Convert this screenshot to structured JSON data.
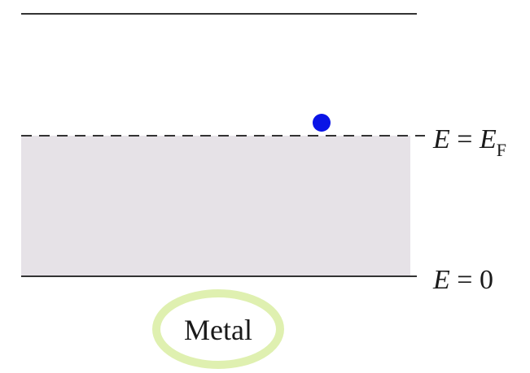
{
  "diagram": {
    "fermi_label": {
      "lhs": "E",
      "eq": " = ",
      "rhs": "E",
      "sub": "F"
    },
    "zero_label": {
      "lhs": "E",
      "eq": " = ",
      "rhs": "0"
    },
    "material_label": "Metal"
  },
  "colors": {
    "background": "#ffffff",
    "filled_band": "#e6e2e7",
    "lines": "#333333",
    "electron": "#0a14e6",
    "highlight": "#dff0b0"
  }
}
